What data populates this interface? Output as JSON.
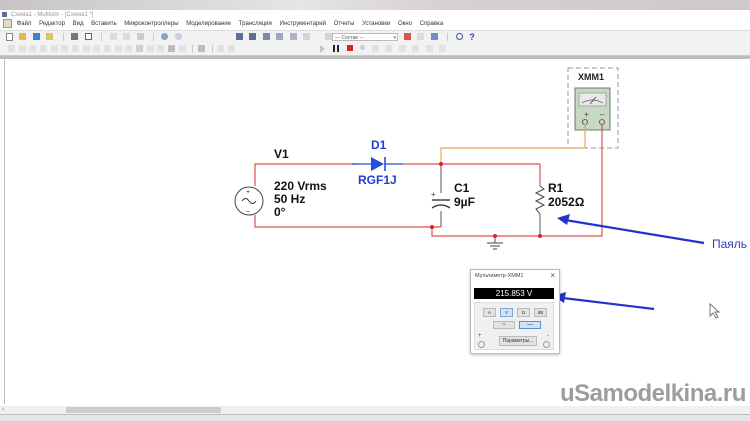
{
  "window": {
    "title": "Схема1 - Multisim - [Схема1 *]"
  },
  "menubar": {
    "items": [
      "Файл",
      "Редактор",
      "Вид",
      "Вставить",
      "Микроконтроллеры",
      "Моделирование",
      "Трансляция",
      "Инструментарий",
      "Отчеты",
      "Установки",
      "Окно",
      "Справка"
    ]
  },
  "toolbar": {
    "component_combo": "--- Состав ---"
  },
  "schematic": {
    "source": {
      "ref": "V1",
      "voltage": "220 Vrms",
      "frequency": "50 Hz",
      "phase": "0°"
    },
    "diode": {
      "ref": "D1",
      "model": "RGF1J"
    },
    "capacitor": {
      "ref": "C1",
      "value": "9µF"
    },
    "resistor": {
      "ref": "R1",
      "value": "2052Ω"
    },
    "instrument": {
      "ref": "XMM1"
    },
    "colors": {
      "wire": "#d9534f",
      "probe_wire": "#e8a65a",
      "diode_wire": "#2a4fe0",
      "node": "#e0201c"
    }
  },
  "multimeter_window": {
    "title": "Мультиметр-XMM1",
    "reading": "215.853 V",
    "mode_buttons": [
      "A",
      "V",
      "Ω",
      "dB"
    ],
    "active_mode": "V",
    "wave_buttons": [
      "~",
      "—"
    ],
    "active_wave": "—",
    "params_button": "Параметры...",
    "plus_label": "+",
    "minus_label": "-"
  },
  "annotations": {
    "arrow_label": "Паяль",
    "color": "#2233cc"
  },
  "watermark": "uSamodelkina.ru"
}
